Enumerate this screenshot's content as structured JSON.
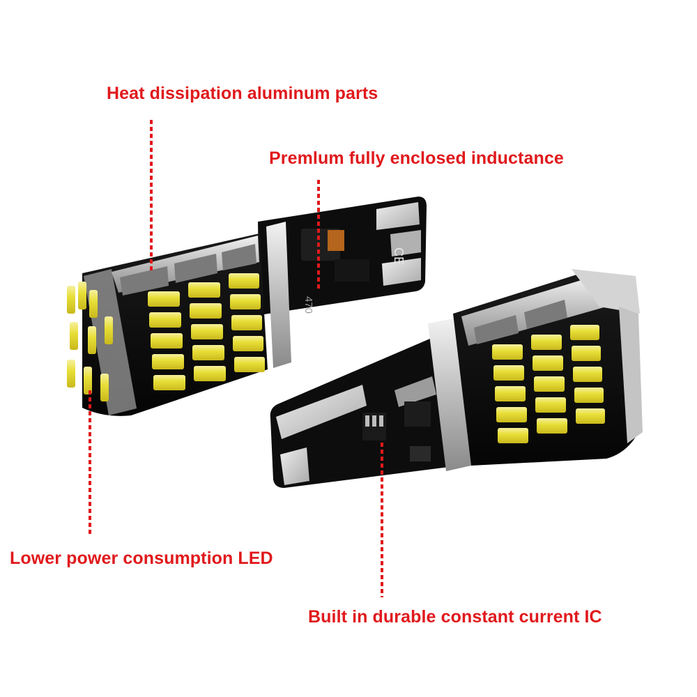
{
  "callouts": {
    "heat": "Heat dissipation aluminum parts",
    "inductance": "Premlum fully enclosed inductance",
    "led": "Lower power consumption LED",
    "ic": "Built in durable constant current IC"
  },
  "board_markings": {
    "ce": "CE",
    "inductor": "470"
  },
  "colors": {
    "callout_text": "#e0191c",
    "background": "#ffffff",
    "pcb": "#0c0c0c",
    "led_chip": "#e6dc30",
    "aluminum": "#c9c9c9"
  }
}
